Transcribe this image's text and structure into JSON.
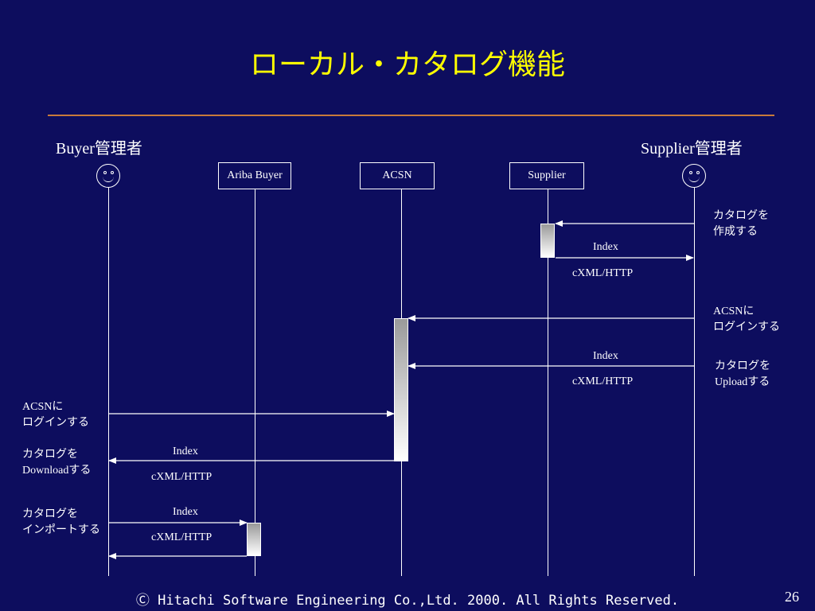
{
  "title": "ローカル・カタログ機能",
  "actors": {
    "buyer_admin": "Buyer管理者",
    "supplier_admin": "Supplier管理者"
  },
  "systems": {
    "ariba_buyer": "Ariba Buyer",
    "acsn": "ACSN",
    "supplier": "Supplier"
  },
  "messages": {
    "m1_index": "Index",
    "m1_proto": "cXML/HTTP",
    "m2_index": "Index",
    "m2_proto": "cXML/HTTP",
    "m3_index": "Index",
    "m3_proto": "cXML/HTTP",
    "m4_index": "Index",
    "m4_proto": "cXML/HTTP"
  },
  "notes": {
    "supplier_create_1": "カタログを",
    "supplier_create_2": "作成する",
    "supplier_login_1": "ACSNに",
    "supplier_login_2": "ログインする",
    "supplier_upload_1": "カタログを",
    "supplier_upload_2": "Uploadする",
    "buyer_login_1": "ACSNに",
    "buyer_login_2": "ログインする",
    "buyer_download_1": "カタログを",
    "buyer_download_2": "Downloadする",
    "buyer_import_1": "カタログを",
    "buyer_import_2": "インポートする"
  },
  "footer": "Ⓒ Hitachi Software Engineering Co.,Ltd. 2000. All Rights Reserved.",
  "page_number": "26",
  "colors": {
    "background": "#0d0d5e",
    "title": "#ffff00",
    "rule": "#c87a3a"
  }
}
